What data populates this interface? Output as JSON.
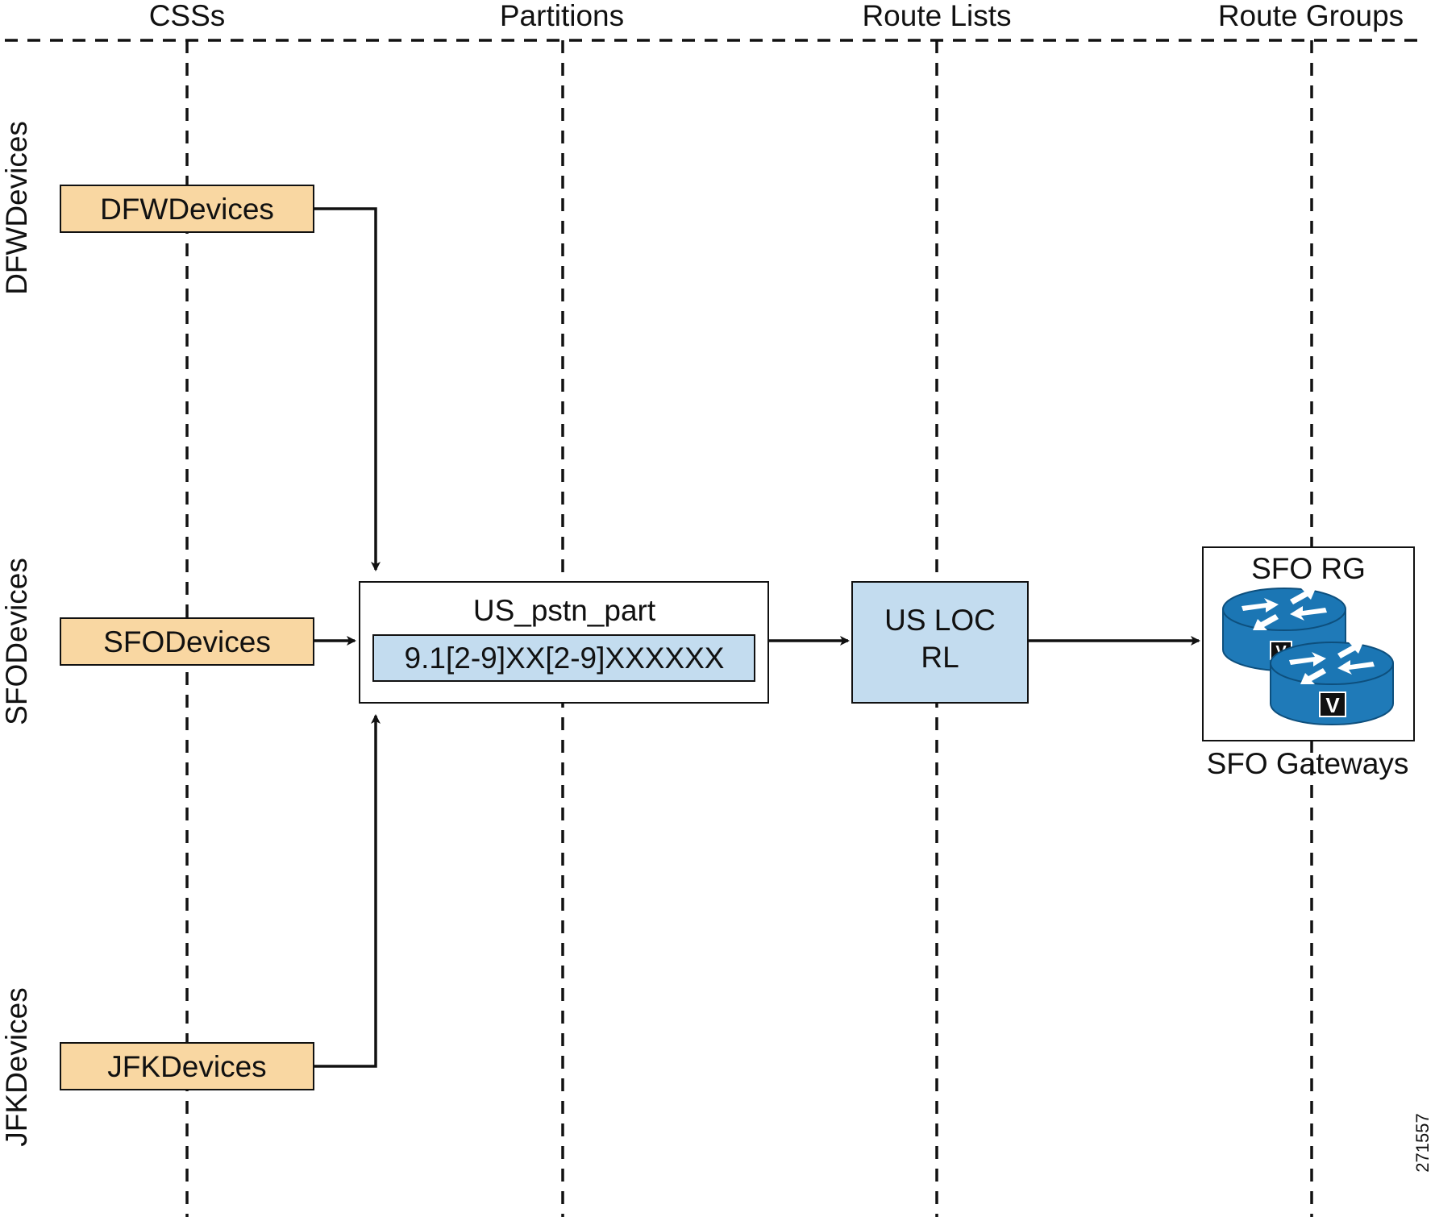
{
  "columns": [
    {
      "label": "CSSs"
    },
    {
      "label": "Partitions"
    },
    {
      "label": "Route Lists"
    },
    {
      "label": "Route Groups"
    }
  ],
  "rows": [
    {
      "label": "DFWDevices"
    },
    {
      "label": "SFODevices"
    },
    {
      "label": "JFKDevices"
    }
  ],
  "css_boxes": [
    {
      "label": "DFWDevices"
    },
    {
      "label": "SFODevices"
    },
    {
      "label": "JFKDevices"
    }
  ],
  "partition": {
    "title": "US_pstn_part",
    "pattern": "9.1[2-9]XX[2-9]XXXXXX"
  },
  "route_list": {
    "line1": "US LOC",
    "line2": "RL"
  },
  "route_group": {
    "title": "SFO RG",
    "caption": "SFO Gateways",
    "icon": "voice-gateway-router-icon",
    "router_badge": "V"
  },
  "figure_id": "271557",
  "colors": {
    "css_box_fill": "#f9d7a2",
    "blue_box_fill": "#c3dcef",
    "router_blue": "#1f7ab8",
    "router_top": "#1b76b4",
    "line": "#111111"
  }
}
